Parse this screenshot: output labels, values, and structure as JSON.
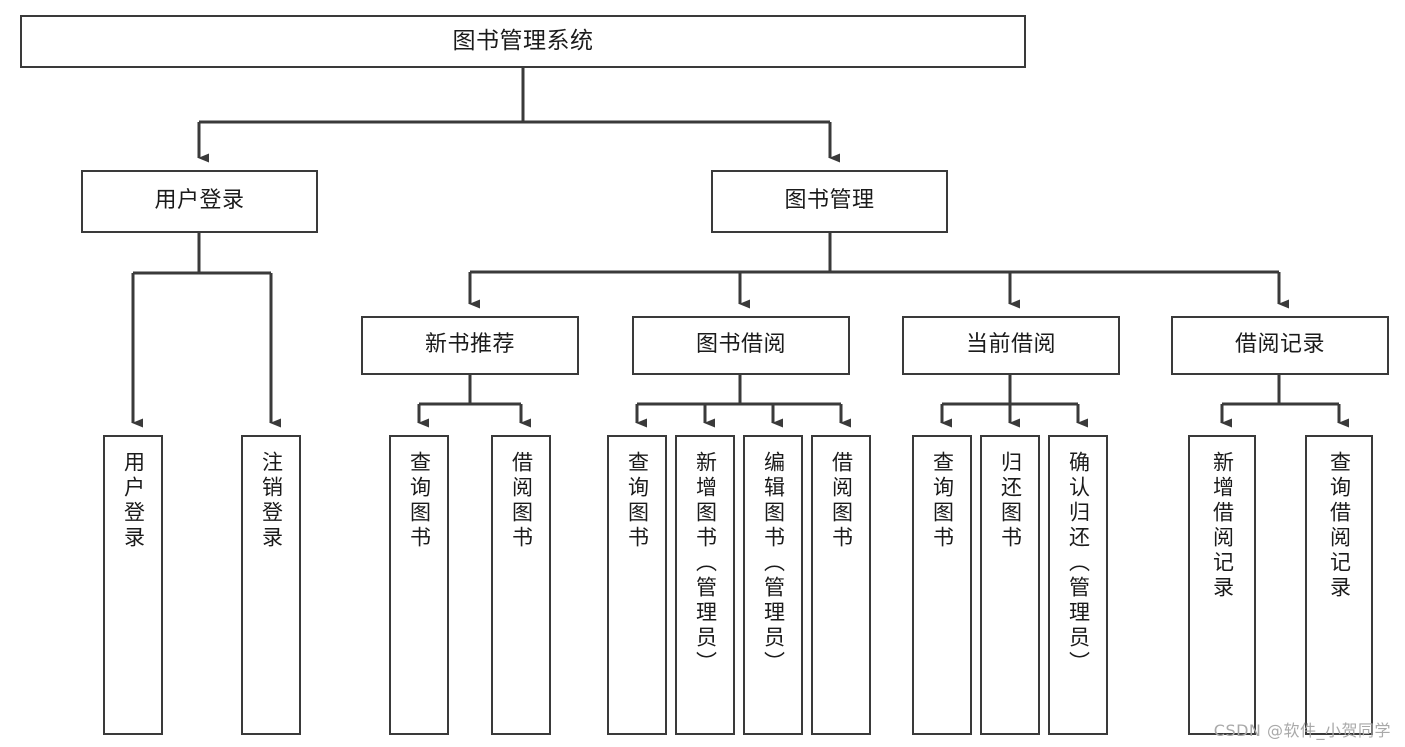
{
  "diagram": {
    "title": "图书管理系统",
    "watermark": "CSDN @软件_小贺同学",
    "colors": {
      "stroke": "#3a3a3a",
      "fill": "#ffffff",
      "text": "#1b1b1b",
      "watermark": "#a9a9a9"
    },
    "root": {
      "label": "图书管理系统"
    },
    "level2": [
      {
        "label": "用户登录"
      },
      {
        "label": "图书管理"
      }
    ],
    "level3": [
      {
        "label": "新书推荐"
      },
      {
        "label": "图书借阅"
      },
      {
        "label": "当前借阅"
      },
      {
        "label": "借阅记录"
      }
    ],
    "leaves": {
      "user_login": [
        {
          "label": "用户登录"
        },
        {
          "label": "注销登录"
        }
      ],
      "new_book": [
        {
          "label": "查询图书"
        },
        {
          "label": "借阅图书"
        }
      ],
      "book_borrow": [
        {
          "label": "查询图书"
        },
        {
          "label": "新增图书（管理员）"
        },
        {
          "label": "编辑图书（管理员）"
        },
        {
          "label": "借阅图书"
        }
      ],
      "current_borrow": [
        {
          "label": "查询图书"
        },
        {
          "label": "归还图书"
        },
        {
          "label": "确认归还（管理员）"
        }
      ],
      "borrow_record": [
        {
          "label": "新增借阅记录"
        },
        {
          "label": "查询借阅记录"
        }
      ]
    }
  }
}
